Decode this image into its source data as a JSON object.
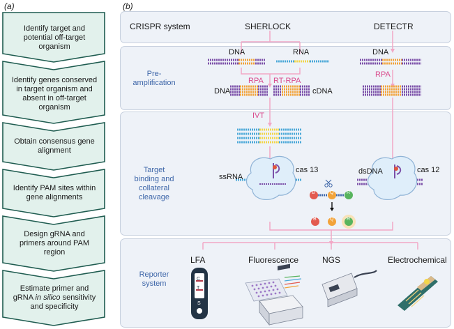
{
  "panels": {
    "a": "(a)",
    "b": "(b)"
  },
  "workflow": [
    {
      "line1": "Identify target and",
      "line2": "potential off-target",
      "line3": "organism"
    },
    {
      "line1": "Identify genes conserved",
      "line2": "in target organism and",
      "line3": "absent in off-target",
      "line4": "organism"
    },
    {
      "line1": "Obtain consensus gene",
      "line2": "alignment"
    },
    {
      "line1": "Identify PAM sites within",
      "line2": "gene alignments"
    },
    {
      "line1": "Design gRNA and",
      "line2": "primers around PAM",
      "line3": "region"
    },
    {
      "line1": "Estimate primer and",
      "line2_pre": "gRNA ",
      "line2_italic": "in silico",
      "line2_post": " sensitivity",
      "line3": "and specificity"
    }
  ],
  "bands": {
    "crispr": "CRISPR system",
    "pre1": "Pre-",
    "pre2": "amplification",
    "target1": "Target",
    "target2": "binding and",
    "target3": "collateral",
    "target4": "cleavage",
    "rep1": "Reporter",
    "rep2": "system"
  },
  "systems": {
    "left": "SHERLOCK",
    "right": "DETECTR"
  },
  "labels": {
    "dna_left": "DNA",
    "rna": "RNA",
    "dna_right": "DNA",
    "rpa_left": "RPA",
    "rt_rpa": "RT-RPA",
    "rpa_right": "RPA",
    "dna_amp": "DNA",
    "cdna": "cDNA",
    "ivt": "IVT",
    "ssrna": "ssRNA",
    "cas13": "cas 13",
    "dsdna": "dsDNA",
    "cas12": "cas 12"
  },
  "reporters": [
    "LFA",
    "Fluorescence",
    "NGS",
    "Electrochemical"
  ],
  "strip_letters": {
    "c": "C",
    "t": "T",
    "s": "S"
  },
  "reporter_letters": {
    "b": "B",
    "q": "Q",
    "r": "R"
  },
  "colors": {
    "accent": "#3f67a9",
    "pink": "#d94a8c",
    "arrow_green": "#1f5c50",
    "band_fill": "#eef2f8",
    "purple_strand": "#7b4fa8",
    "orange_strand": "#f2a33a",
    "blue_strand": "#4aa8d8",
    "yellow_strand": "#f3d64a"
  }
}
